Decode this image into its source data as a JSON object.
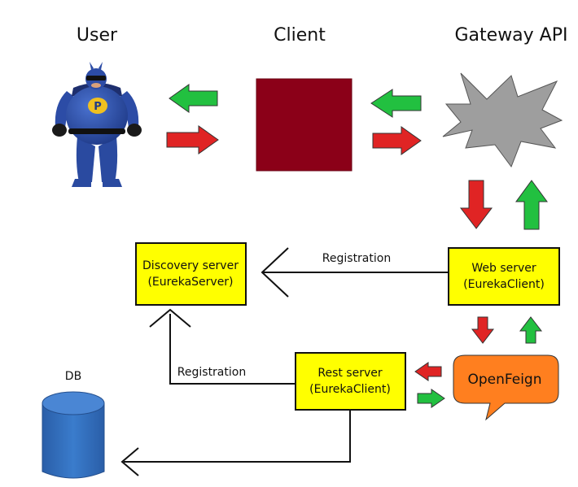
{
  "headers": {
    "user": "User",
    "client": "Client",
    "gateway": "Gateway API",
    "db": "DB"
  },
  "boxes": {
    "discovery": {
      "line1": "Discovery server",
      "line2": "(EurekaServer)"
    },
    "web": {
      "line1": "Web server",
      "line2": "(EurekaClient)"
    },
    "rest": {
      "line1": "Rest server",
      "line2": "(EurekaClient)"
    },
    "openfeign": "OpenFeign"
  },
  "edges": {
    "web_registration": "Registration",
    "rest_registration": "Registration"
  },
  "colors": {
    "request_arrow": "#e02424",
    "response_arrow": "#22c040",
    "service_box": "#ffff00",
    "client_box": "#8b0018",
    "gateway_star": "#9e9e9e",
    "openfeign_callout": "#ff7f1f",
    "db_cylinder": "#2f6fb8"
  },
  "icons": {
    "user": "superhero-figure",
    "client": "client-box",
    "gateway": "gateway-star",
    "db": "database-cylinder"
  }
}
